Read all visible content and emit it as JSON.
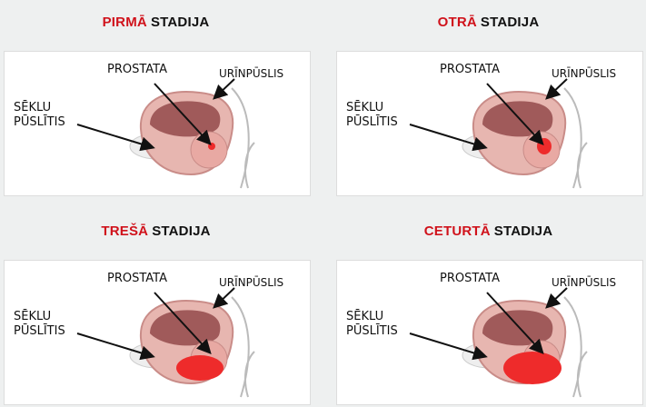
{
  "stages": [
    {
      "highlight": "PIRMĀ",
      "word": "STADIJA",
      "labels": {
        "prostate": "PROSTATA",
        "bladder": "URĪNPŪSLIS",
        "vesicle_line1": "SĒKLU",
        "vesicle_line2": "PŪSLĪTIS"
      }
    },
    {
      "highlight": "OTRĀ",
      "word": "STADIJA",
      "labels": {
        "prostate": "PROSTATA",
        "bladder": "URĪNPŪSLIS",
        "vesicle_line1": "SĒKLU",
        "vesicle_line2": "PŪSLĪTIS"
      }
    },
    {
      "highlight": "TREŠĀ",
      "word": "STADIJA",
      "labels": {
        "prostate": "PROSTATA",
        "bladder": "URĪNPŪSLIS",
        "vesicle_line1": "SĒKLU",
        "vesicle_line2": "PŪSLĪTIS"
      }
    },
    {
      "highlight": "CETURTĀ",
      "word": "STADIJA",
      "labels": {
        "prostate": "PROSTATA",
        "bladder": "URĪNPŪSLIS",
        "vesicle_line1": "SĒKLU",
        "vesicle_line2": "PŪSLĪTIS"
      }
    }
  ],
  "colors": {
    "accent": "#d0121b",
    "tumor": "#ee2b2b",
    "bladder": "#a05a5a"
  }
}
